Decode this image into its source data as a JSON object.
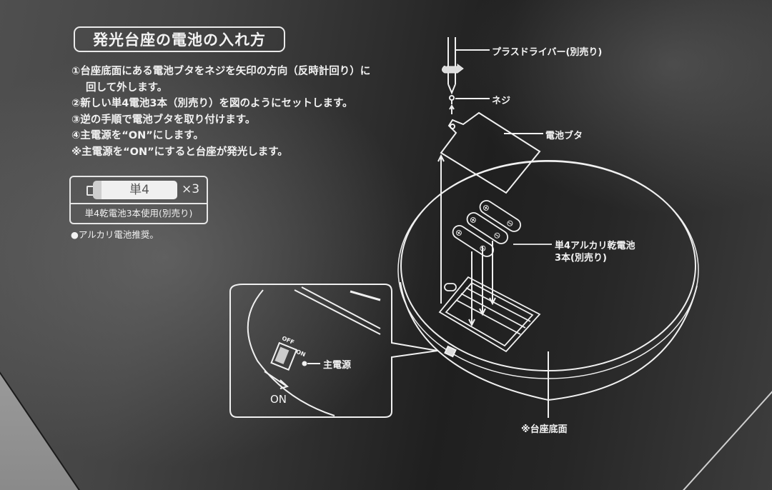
{
  "heading": "発光台座の電池の入れ方",
  "steps": [
    "①台座底面にある電池ブタをネジを矢印の方向（反時計回り）に",
    "回して外します。",
    "②新しい単4電池3本（別売り）を図のようにセットします。",
    "③逆の手順で電池ブタを取り付けます。",
    "④主電源を“ON”にします。",
    "※主電源を“ON”にすると台座が発光します。"
  ],
  "battery_badge": {
    "battery_label": "単4",
    "quantity": "×3",
    "caption": "単4乾電池3本使用(別売り)"
  },
  "note": "●アルカリ電池推奨。",
  "diagram_labels": {
    "screwdriver": "プラスドライバー(別売り)",
    "screw": "ネジ",
    "battery_cover": "電池ブタ",
    "batteries_line1": "単4アルカリ乾電池",
    "batteries_line2": "3本(別売り)",
    "main_power": "主電源",
    "switch_off": "OFF",
    "switch_on": "ON",
    "on_arrow": "ON",
    "base_bottom": "※台座底面"
  },
  "colors": {
    "line": "#f0f0f0",
    "background_dark": "#1f1f1f",
    "background_light": "#4f4f4f"
  }
}
